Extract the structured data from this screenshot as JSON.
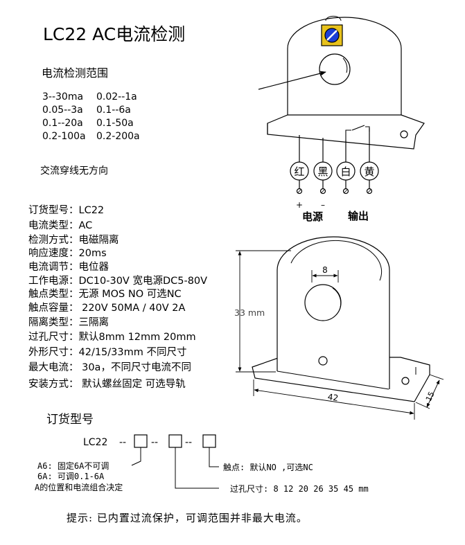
{
  "title": "LC22   AC电流检测",
  "range_section": {
    "heading": "电流检测范围",
    "rows": [
      {
        "a": "3--30ma",
        "b": "0.02--1a"
      },
      {
        "a": "0.05--3a",
        "b": "0.1--6a"
      },
      {
        "a": "0.1--20a",
        "b": "0.1-50a"
      },
      {
        "a": "0.2-100a",
        "b": "0.2-200a"
      }
    ],
    "note": "交流穿线无方向"
  },
  "specs": [
    "订货型号：LC22",
    "电流类型：AC",
    "检测方式：电磁隔离",
    "响应速度：20ms",
    "电流调节：电位器",
    "工作电源：DC10-30V 宽电源DC5-80V",
    "触点类型：无源 MOS  NO  可选NC",
    "触点容量： 220V 50MA / 40V 2A",
    "隔离类型：三隔离",
    "过孔尺寸：默认8mm  12mm  20mm",
    "外形尺寸：42/15/33mm  不同尺寸",
    "最大电流： 30a，不同尺寸电流不同",
    "安装方式： 默认螺丝固定  可选导轨"
  ],
  "wiring": {
    "wires": [
      "红",
      "黑",
      "白",
      "黄"
    ],
    "plus": "+",
    "minus": "–",
    "power_label": "电源",
    "output_label": "输出"
  },
  "dimensions": {
    "height": "33 mm",
    "hole": "8",
    "width": "42",
    "depth": "15"
  },
  "ordering": {
    "heading": "订货型号",
    "model": "LC22",
    "option_a_lines": [
      "A6: 固定6A不可调",
      "6A: 可调0.1-6A",
      "A的位置和电流组合决定"
    ],
    "contact_option": "触点: 默认NO ,可选NC",
    "hole_option": "过孔尺寸: 8 12 20  26  35 45 mm"
  },
  "tip": "提示:   已内置过流保护，可调范围并非最大电流。",
  "colors": {
    "line": "#000000",
    "dim_label": "#444444",
    "pot_yellow": "#e8c21c",
    "pot_blue": "#1c3fd6"
  }
}
